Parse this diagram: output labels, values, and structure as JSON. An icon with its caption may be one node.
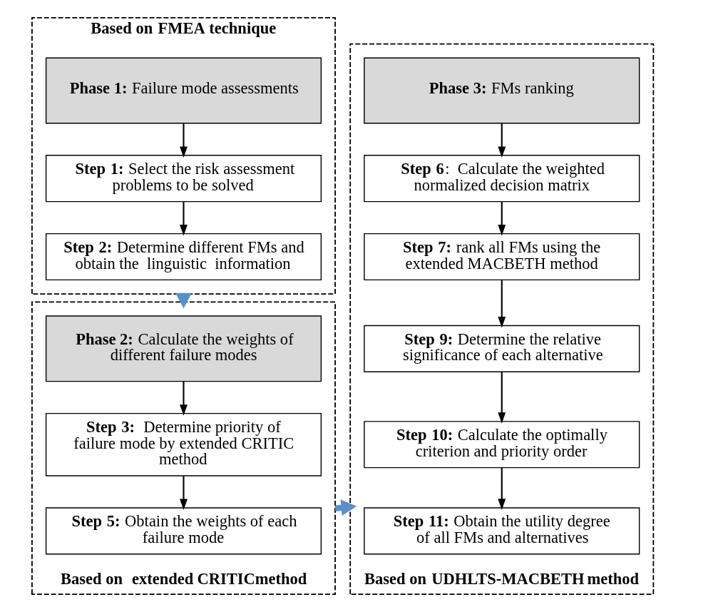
{
  "diagram": {
    "nodes": [
      {
        "text": [
          "Based on FMEA technique"
        ]
      },
      {
        "text": [
          "**Phase 1:** Failure mode assessments"
        ],
        "in": 0
      },
      {
        "text": [
          "**Step 1:** Select the risk assessment problems to be solved"
        ],
        "in": 0
      },
      {
        "text": [
          "**Step 2:** Determine different FMs and obtain the  linguistic  information"
        ],
        "in": 0
      },
      {
        "text": [
          "Based on  extended CRITICmethod"
        ]
      },
      {
        "text": [
          "**Phase 2:** Calculate the weights of different failure modes"
        ],
        "in": 4
      },
      {
        "text": [
          "**Step 3:**  Determine priority of  failure mode by extended CRITIC method"
        ],
        "in": 4
      },
      {
        "text": [
          "**Step 5:** Obtain the weights of each failure mode"
        ],
        "in": 4
      },
      {
        "text": [
          "Based on UDHLTS-MACBETH method"
        ]
      },
      {
        "text": [
          "**Phase 3:** FMs ranking"
        ],
        "in": 8
      },
      {
        "text": [
          "**Step 6**:  Calculate the weighted normalized decision matrix"
        ],
        "in": 8
      },
      {
        "text": [
          "**Step 7:** rank all FMs using the extended MACBETH method"
        ],
        "in": 8
      },
      {
        "text": [
          "**Step 9:** Determine the relative significance of each alternative"
        ],
        "in": 8
      },
      {
        "text": [
          "**Step 10:** Calculate the optimally criterion and priority order"
        ],
        "in": 8
      },
      {
        "text": [
          "**Step 11:** Obtain the utility degree of all FMs and alternatives"
        ],
        "in": 8
      }
    ],
    "edges": [
      {
        "from": 1,
        "to": 2,
        "arrow": "to"
      },
      {
        "from": 2,
        "to": 3,
        "arrow": "to"
      },
      {
        "from": 0,
        "to": 4,
        "arrow": "to",
        "style": "thick",
        "color": "#5b8fc9"
      },
      {
        "from": 5,
        "to": 6,
        "arrow": "to"
      },
      {
        "from": 6,
        "to": 7,
        "arrow": "to"
      },
      {
        "from": 4,
        "to": 8,
        "arrow": "to",
        "style": "thick",
        "color": "#5b8fc9"
      },
      {
        "from": 9,
        "to": 10,
        "arrow": "to"
      },
      {
        "from": 10,
        "to": 11,
        "arrow": "to"
      },
      {
        "from": 11,
        "to": 12,
        "arrow": "to"
      },
      {
        "from": 12,
        "to": 13,
        "arrow": "to"
      },
      {
        "from": 13,
        "to": 14,
        "arrow": "to"
      }
    ]
  }
}
